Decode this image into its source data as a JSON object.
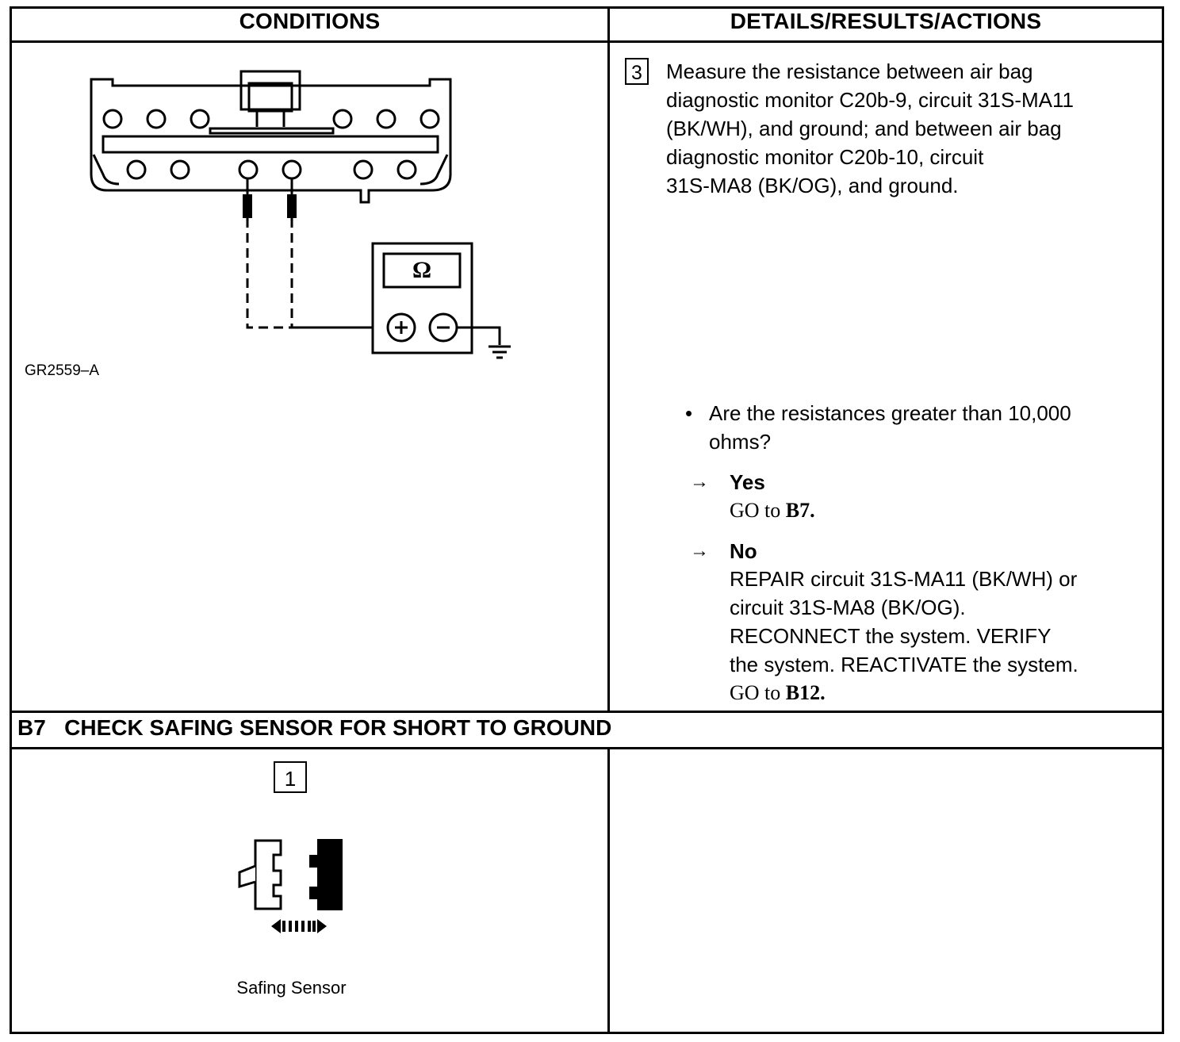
{
  "table": {
    "col_conditions": "CONDITIONS",
    "col_details": "DETAILS/RESULTS/ACTIONS"
  },
  "step3": {
    "number": "3",
    "figure_id": "GR2559–A",
    "meter_symbol": "Ω",
    "lines": [
      "Measure the resistance between air bag",
      "diagnostic monitor C20b-9, circuit 31S-MA11",
      "(BK/WH), and ground; and between air bag",
      "diagnostic monitor C20b-10, circuit",
      "31S-MA8 (BK/OG), and ground."
    ],
    "question_lines": [
      "Are the resistances greater than 10,000",
      "ohms?"
    ],
    "yes_label": "Yes",
    "yes_prefix": "GO to",
    "yes_target": "B7.",
    "no_label": "No",
    "no_lines": [
      "REPAIR circuit 31S-MA11 (BK/WH) or",
      "circuit 31S-MA8 (BK/OG).",
      "RECONNECT the system. VERIFY",
      "the system. REACTIVATE the system."
    ],
    "no_prefix": "GO to",
    "no_target": "B12."
  },
  "section_b7": {
    "title": "B7   CHECK SAFING SENSOR FOR SHORT TO GROUND",
    "step_number": "1",
    "figure_caption": "Safing Sensor"
  }
}
